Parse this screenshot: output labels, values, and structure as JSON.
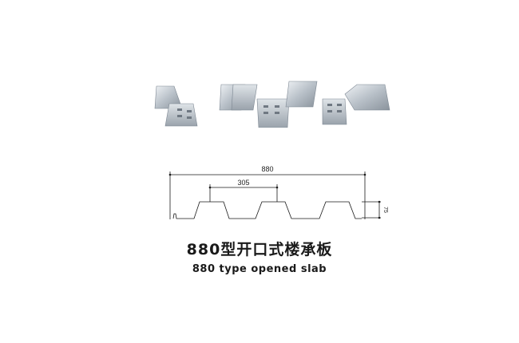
{
  "product": {
    "title_cn": "880型开口式楼承板",
    "title_en": "880 type opened slab"
  },
  "drawing": {
    "overall_width_label": "880",
    "rib_pitch_label": "305",
    "rib_height_label": "75",
    "rib_count": 3
  },
  "colors": {
    "steel_light": "#d7dde3",
    "steel_mid": "#aab3bd",
    "steel_dark": "#7d8792",
    "line": "#1a1a1a"
  }
}
